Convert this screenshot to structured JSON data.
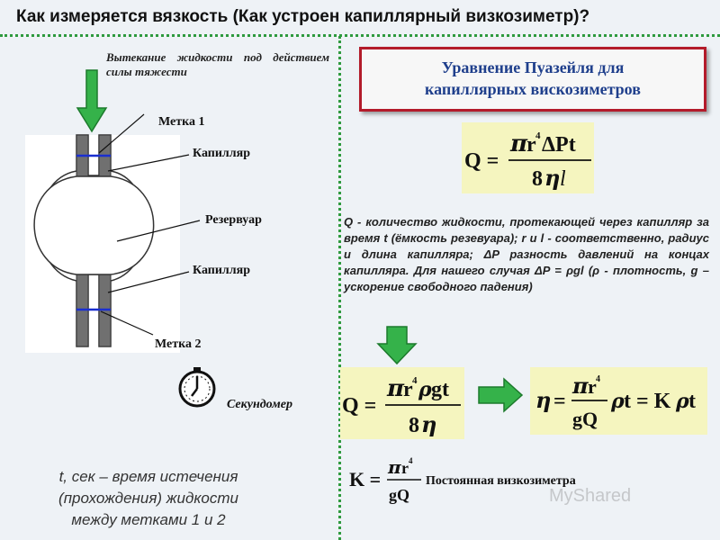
{
  "title": "Как измеряется вязкость (Как устроен капиллярный визкозиметр)?",
  "flow_text": "Вытекание жидкости под действием силы тяжести",
  "labels": {
    "mark1": "Метка 1",
    "capillary_top": "Капилляр",
    "reservoir": "Резервуар",
    "capillary_bottom": "Капилляр",
    "mark2": "Метка 2",
    "stopwatch": "Секундомер"
  },
  "bottom_text": [
    "t, сек – время истечения",
    "(прохождения) жидкости",
    "между метками 1 и 2"
  ],
  "poiseuille_box": [
    "Уравнение Пуазейля для",
    "капиллярных вискозиметров"
  ],
  "description": "Q - количество жидкости, протекающей через капилляр за время t (ёмкость резевуара); r и l - соответственно, радиус и длина капилляра; ΔP разность давлений на концах капилляра. Для нашего случая ΔP = ρgl (ρ - плотность, g – ускорение свободного падения)",
  "constant_label": "Постоянная визкозиметра",
  "watermark": "MyShared",
  "colors": {
    "accent_green": "#2e9a3e",
    "box_border": "#b31b2a",
    "box_title": "#1f3f8c",
    "formula_bg": "#f5f5bf",
    "tube": "#707070",
    "mark_line": "#1a2fd0"
  }
}
